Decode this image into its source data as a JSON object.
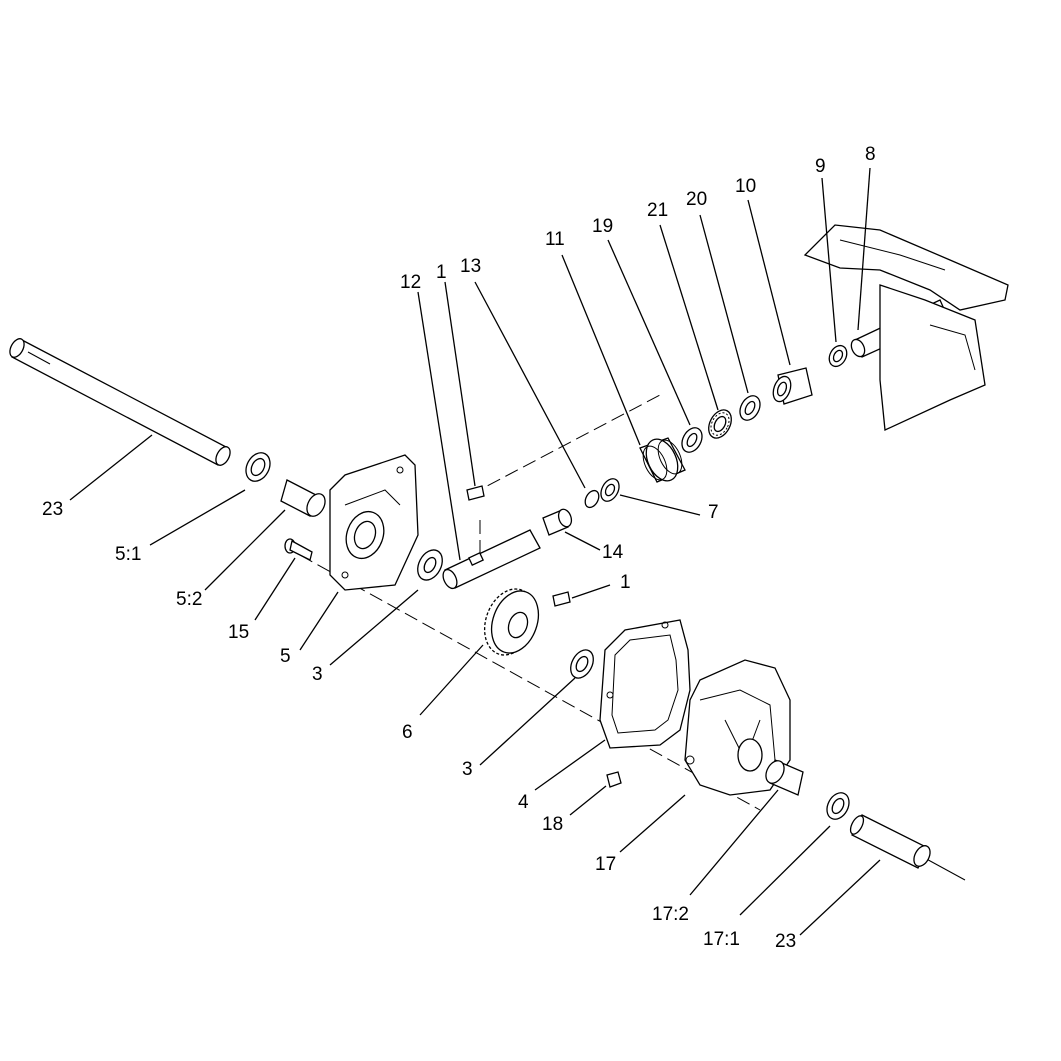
{
  "callouts": {
    "c23a": "23",
    "c5_1": "5:1",
    "c5_2": "5:2",
    "c15": "15",
    "c5": "5",
    "c3a": "3",
    "c6": "6",
    "c3b": "3",
    "c4": "4",
    "c18": "18",
    "c17": "17",
    "c17_2": "17:2",
    "c17_1": "17:1",
    "c23b": "23",
    "c12": "12",
    "c1a": "1",
    "c13": "13",
    "c11": "11",
    "c19": "19",
    "c21": "21",
    "c20": "20",
    "c10": "10",
    "c9": "9",
    "c8": "8",
    "c7": "7",
    "c14": "14",
    "c1b": "1"
  }
}
